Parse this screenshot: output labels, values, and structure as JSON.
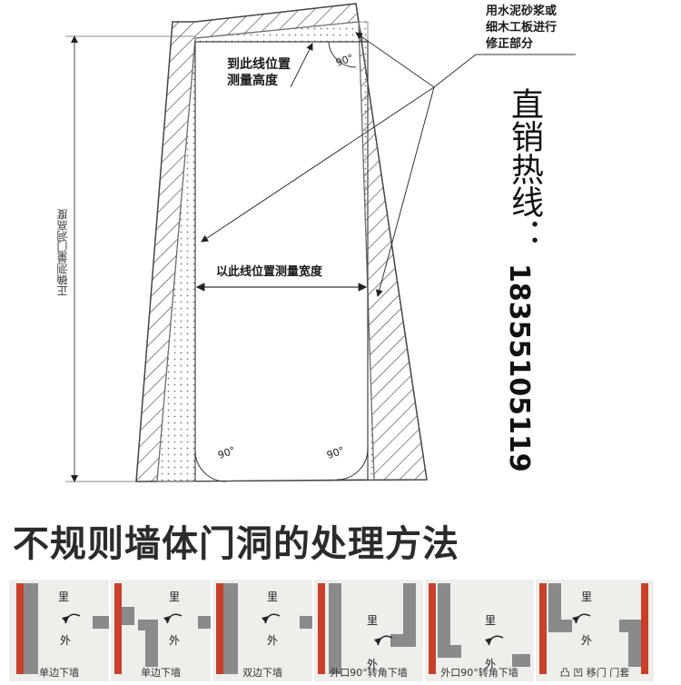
{
  "diagram": {
    "labels": {
      "repair_note": [
        "用水泥砂浆或",
        "细木工板进行",
        "修正部分"
      ],
      "height_note": [
        "到此线位置",
        "测量高度"
      ],
      "width_note": "以此线位置测量宽度",
      "vertical_note": "正确测量门洞高度",
      "angle_top": "90°",
      "angle_bottom_left": "90°",
      "angle_bottom_right": "90°"
    },
    "contact": {
      "hotline_label": "直销热线：",
      "phone": "18355105119"
    }
  },
  "section_title": "不规则墙体门洞的处理方法",
  "panels": [
    {
      "in_label": "里",
      "out_label": "外",
      "caption": "单边下墙"
    },
    {
      "in_label": "里",
      "out_label": "外",
      "caption": "单边下墙"
    },
    {
      "in_label": "里",
      "out_label": "外",
      "caption": "双边下墙"
    },
    {
      "in_label": "里",
      "out_label": "外",
      "caption": "外口90°转角下墙"
    },
    {
      "in_label": "里",
      "out_label": "外",
      "caption": "外口90°转角下墙"
    },
    {
      "in_label": "里",
      "out_label": "外",
      "caption": "凸 凹 移门 门套"
    }
  ],
  "colors": {
    "wall_red": "#c8402a",
    "wall_grey": "#8a8a8a",
    "panel_bg": "#eeeeea",
    "line": "#555555"
  }
}
